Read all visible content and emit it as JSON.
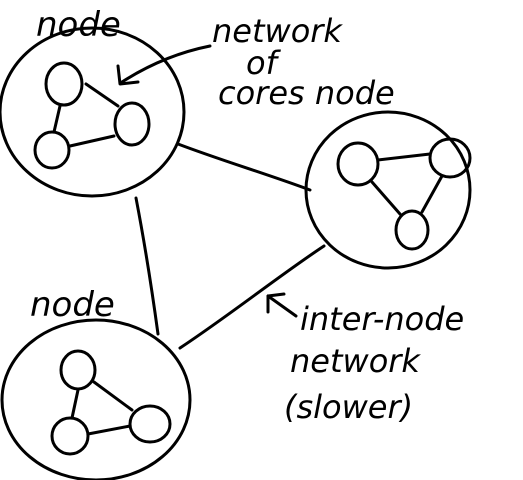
{
  "labels": {
    "node_top_left": "node",
    "node_bottom_left": "node",
    "annotation_cores": {
      "line1": "network",
      "line2": "of",
      "line3": "cores node"
    },
    "annotation_internode": {
      "line1": "inter-node",
      "line2": "network",
      "line3": "(slower)"
    }
  },
  "colors": {
    "ink": "#000000",
    "background": "#ffffff"
  }
}
